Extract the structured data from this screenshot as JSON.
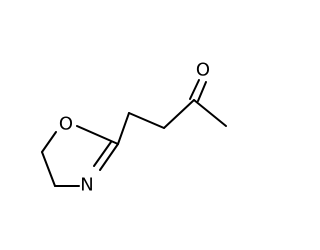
{
  "molecule": {
    "atoms": [
      {
        "id": "O_ring",
        "symbol": "O",
        "color": "#000000"
      },
      {
        "id": "N_ring",
        "symbol": "N",
        "color": "#000000"
      },
      {
        "id": "O_carbonyl",
        "symbol": "O",
        "color": "#000000"
      }
    ]
  }
}
